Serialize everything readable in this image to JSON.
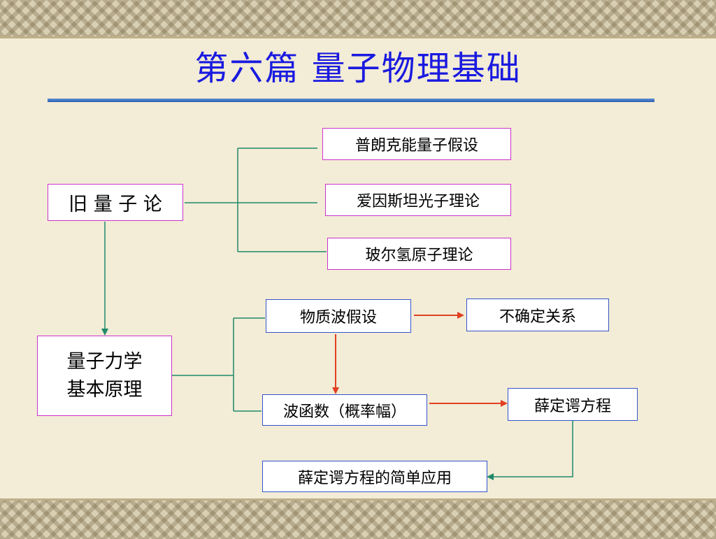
{
  "title": "第六篇  量子物理基础",
  "nodes": {
    "old_quantum": "旧 量 子 论",
    "planck": "普朗克能量子假设",
    "einstein": "爱因斯坦光子理论",
    "bohr": "玻尔氢原子理论",
    "qm_line1": "量子力学",
    "qm_line2": "基本原理",
    "matter_wave": "物质波假设",
    "uncertainty": "不确定关系",
    "wavefunction": "波函数（概率幅）",
    "schrodinger": "薛定谔方程",
    "application": "薛定谔方程的简单应用"
  },
  "colors": {
    "title": "#1a1ae0",
    "connector": "#1f8a6a",
    "arrow_red": "#e04020",
    "box_border_pink": "#cc33cc",
    "box_border_blue": "#3355cc"
  }
}
